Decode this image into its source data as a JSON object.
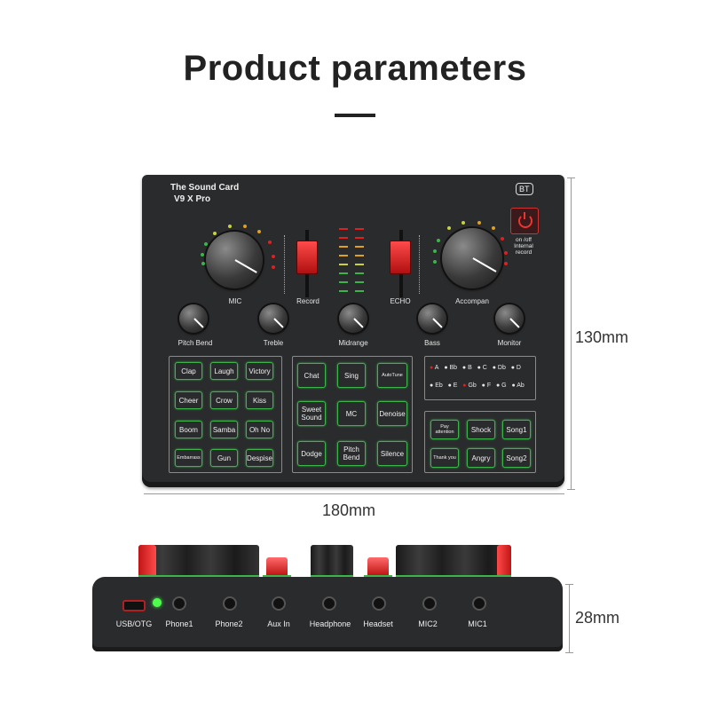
{
  "title": "Product parameters",
  "device": {
    "brand_line1": "The Sound Card",
    "brand_line2": "V9 X Pro",
    "bt_label": "BT",
    "power_label": "on /off\nInternal\nrecord",
    "labels": {
      "mic": "MIC",
      "record": "Record",
      "echo": "ECHO",
      "accompan": "Accompan",
      "pitch_bend": "Pitch Bend",
      "treble": "Treble",
      "midrange": "Midrange",
      "bass": "Bass",
      "monitor": "Monitor"
    },
    "left_pads": [
      "Clap",
      "Laugh",
      "Victory",
      "Cheer",
      "Crow",
      "Kiss",
      "Boom",
      "Samba",
      "Oh No",
      "Embarrass",
      "Gun",
      "Despise"
    ],
    "middle_pads": [
      "Chat",
      "Sing",
      "AutoTune",
      "Sweet\nSound",
      "MC",
      "Denoise",
      "Dodge",
      "Pitch\nBend",
      "Silence"
    ],
    "keys_row1": [
      "A",
      "Bb",
      "B",
      "C",
      "Db",
      "D"
    ],
    "keys_row2": [
      "Eb",
      "E",
      "Gb",
      "F",
      "G",
      "Ab"
    ],
    "right_pads": [
      "Pay\nattention",
      "Shock",
      "Song1",
      "Thank you",
      "Angry",
      "Song2"
    ],
    "accent_green": "#3bb54a",
    "accent_red": "#e02020"
  },
  "dims": {
    "height": "130mm",
    "width": "180mm",
    "depth": "28mm"
  },
  "ports": [
    "USB/OTG",
    "Phone1",
    "Phone2",
    "Aux In",
    "Headphone",
    "Headset",
    "MIC2",
    "MIC1"
  ]
}
